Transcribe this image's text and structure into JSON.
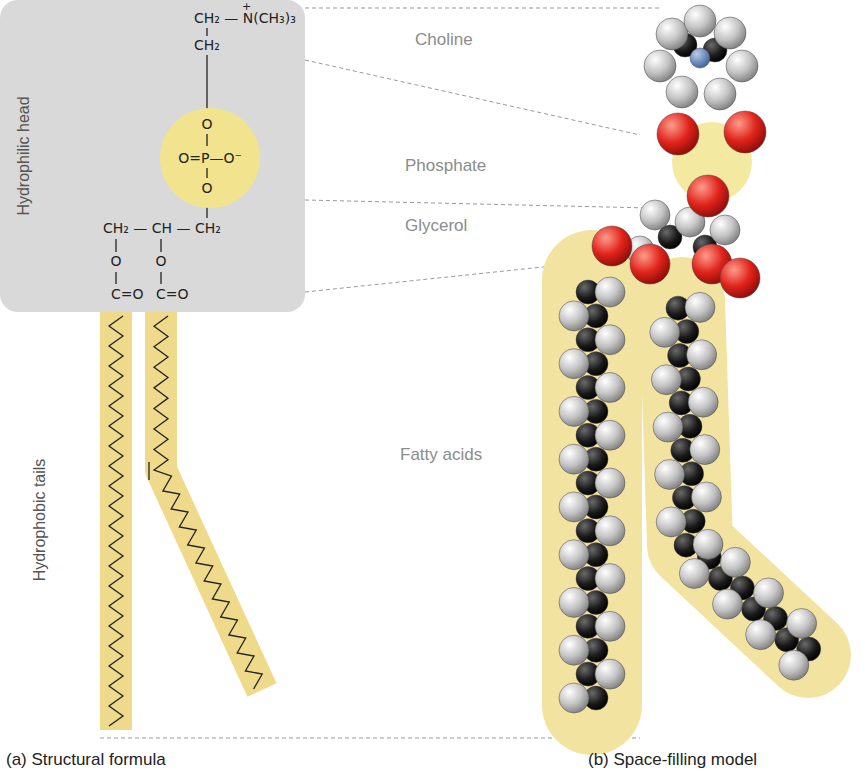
{
  "diagram": {
    "nodes": [
      {
        "text": [
          "Hydrophilic head"
        ]
      },
      {
        "text": [
          "O=P—O⁻"
        ],
        "in": 0
      }
    ],
    "labels": [
      "+",
      "CH₂ — N(CH₃)₃",
      "CH₂",
      "O",
      "O",
      "CH₂ — CH — CH₂",
      "O",
      "O",
      "C=O",
      "C=O",
      "Choline",
      "Phosphate",
      "Glycerol",
      "Hydrophobic tails",
      "Fatty acids",
      "(a) Structural formula",
      "(b) Space-filling model"
    ]
  }
}
